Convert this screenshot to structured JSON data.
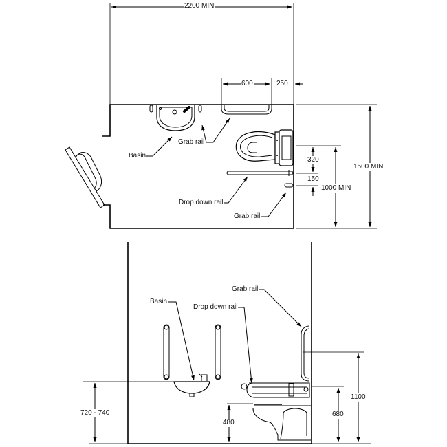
{
  "plan": {
    "dimensions": {
      "room_length": "2200 MIN",
      "grab_rail_length": "600",
      "grab_rail_offset": "250",
      "room_width": "1500 MIN",
      "toilet_to_rail": "320",
      "rail_spacing": "150",
      "toilet_clearance": "1000 MIN"
    },
    "labels": {
      "basin": "Basin",
      "grab_rail_top": "Grab rail",
      "drop_down_rail": "Drop down rail",
      "grab_rail_bottom": "Grab rail"
    }
  },
  "elevation": {
    "dimensions": {
      "basin_height": "720 - 740",
      "seat_height": "480",
      "drop_rail_height": "680",
      "grab_rail_height": "1100"
    },
    "labels": {
      "basin": "Basin",
      "drop_down_rail": "Drop down rail",
      "grab_rail": "Grab rail"
    }
  }
}
